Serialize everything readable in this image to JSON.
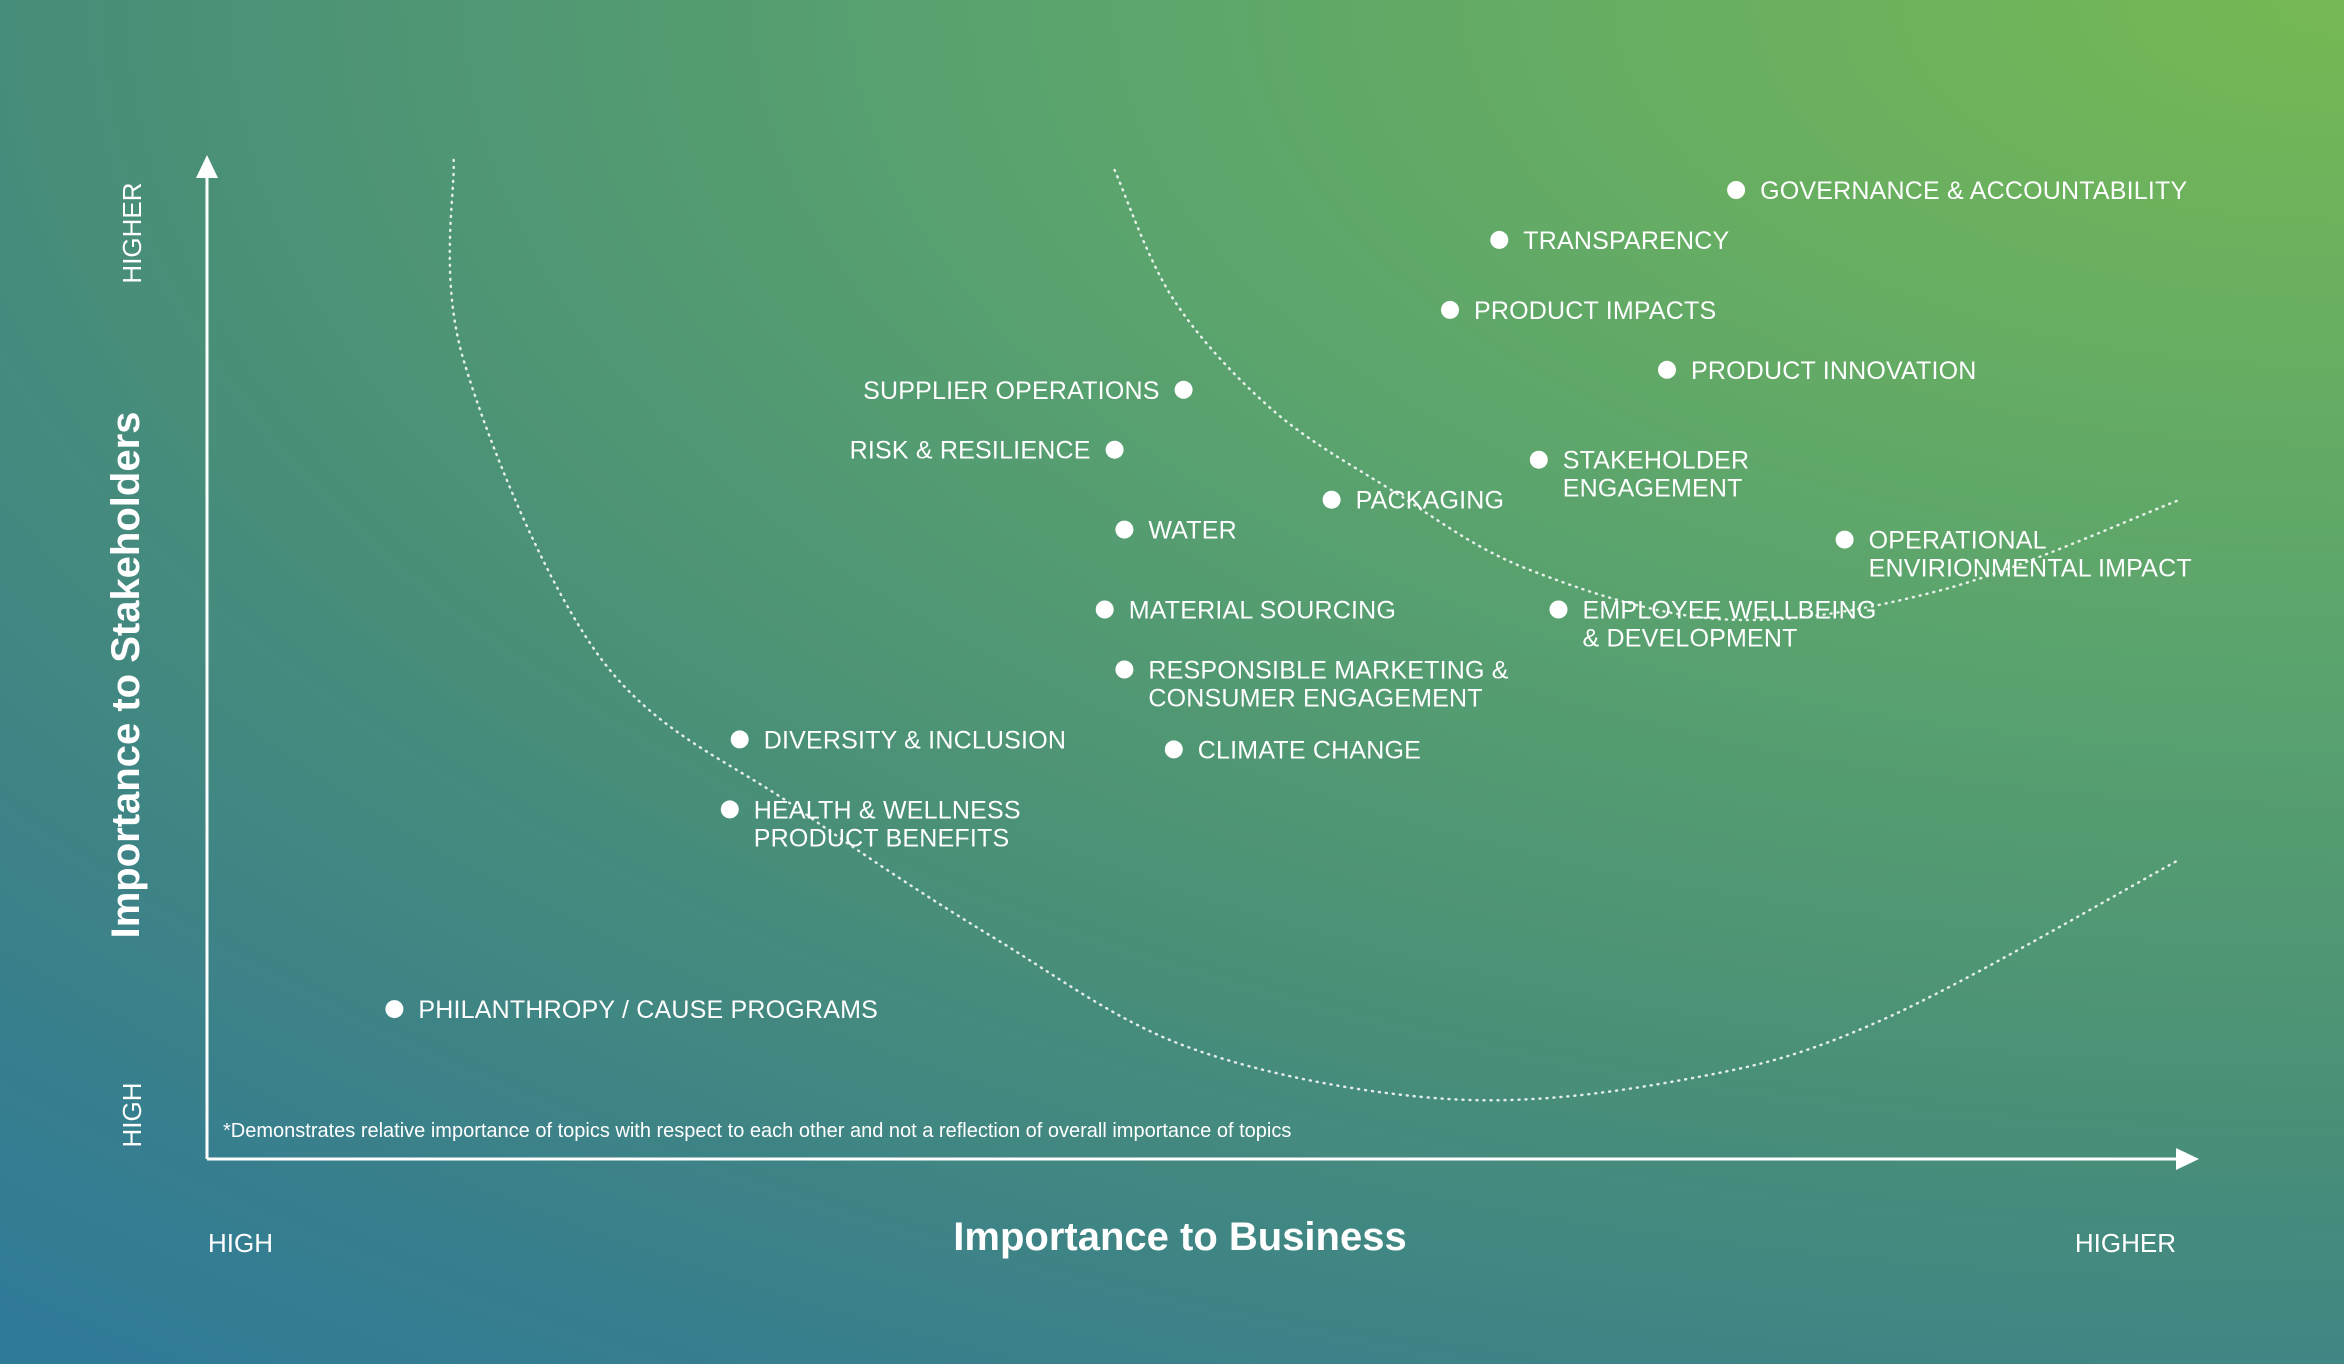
{
  "chart_data": {
    "type": "scatter",
    "xlabel": "Importance to Business",
    "ylabel": "Importance to Stakeholders",
    "x_axis_ends": {
      "low": "HIGH",
      "high": "HIGHER"
    },
    "y_axis_ends": {
      "low": "HIGH",
      "high": "HIGHER"
    },
    "footnote": "*Demonstrates relative importance of topics with respect to each other and not a reflection of overall importance of topics",
    "xlim": [
      0,
      100
    ],
    "ylim": [
      0,
      100
    ],
    "grid": false,
    "points": [
      {
        "label": [
          "GOVERNANCE & ACCOUNTABILITY"
        ],
        "x": 77.5,
        "y": 97,
        "label_side": "right"
      },
      {
        "label": [
          "TRANSPARENCY"
        ],
        "x": 65.5,
        "y": 92,
        "label_side": "right"
      },
      {
        "label": [
          "PRODUCT IMPACTS"
        ],
        "x": 63,
        "y": 85,
        "label_side": "right"
      },
      {
        "label": [
          "PRODUCT INNOVATION"
        ],
        "x": 74,
        "y": 79,
        "label_side": "right"
      },
      {
        "label": [
          "SUPPLIER OPERATIONS"
        ],
        "x": 49.5,
        "y": 77,
        "label_side": "left"
      },
      {
        "label": [
          "RISK & RESILIENCE"
        ],
        "x": 46,
        "y": 71,
        "label_side": "left"
      },
      {
        "label": [
          "STAKEHOLDER",
          "ENGAGEMENT"
        ],
        "x": 67.5,
        "y": 70,
        "label_side": "right"
      },
      {
        "label": [
          "PACKAGING"
        ],
        "x": 57,
        "y": 66,
        "label_side": "right"
      },
      {
        "label": [
          "WATER"
        ],
        "x": 46.5,
        "y": 63,
        "label_side": "right"
      },
      {
        "label": [
          "OPERATIONAL",
          "ENVIRIONMENTAL IMPACT"
        ],
        "x": 83,
        "y": 62,
        "label_side": "right"
      },
      {
        "label": [
          "MATERIAL SOURCING"
        ],
        "x": 45.5,
        "y": 55,
        "label_side": "right"
      },
      {
        "label": [
          "EMPLOYEE WELLBEING",
          "& DEVELOPMENT"
        ],
        "x": 68.5,
        "y": 55,
        "label_side": "right"
      },
      {
        "label": [
          "RESPONSIBLE MARKETING &",
          "CONSUMER ENGAGEMENT"
        ],
        "x": 46.5,
        "y": 49,
        "label_side": "right"
      },
      {
        "label": [
          "DIVERSITY & INCLUSION"
        ],
        "x": 27,
        "y": 42,
        "label_side": "right"
      },
      {
        "label": [
          "CLIMATE CHANGE"
        ],
        "x": 49,
        "y": 41,
        "label_side": "right"
      },
      {
        "label": [
          "HEALTH & WELLNESS",
          "PRODUCT BENEFITS"
        ],
        "x": 26.5,
        "y": 35,
        "label_side": "right"
      },
      {
        "label": [
          "PHILANTHROPY / CAUSE PROGRAMS"
        ],
        "x": 9.5,
        "y": 15,
        "label_side": "right"
      }
    ],
    "threshold_curves": [
      {
        "name": "outer",
        "style": "dotted",
        "path": [
          [
            12.5,
            100
          ],
          [
            13,
            80
          ],
          [
            20,
            50
          ],
          [
            30,
            35
          ],
          [
            40,
            22
          ],
          [
            50,
            11
          ],
          [
            63,
            6
          ],
          [
            75,
            8
          ],
          [
            85,
            14
          ],
          [
            100,
            30
          ]
        ]
      },
      {
        "name": "inner",
        "style": "dotted",
        "path": [
          [
            46,
            99
          ],
          [
            49,
            86
          ],
          [
            54,
            75
          ],
          [
            60,
            67
          ],
          [
            67,
            59
          ],
          [
            77,
            54
          ],
          [
            88,
            57
          ],
          [
            100,
            66
          ]
        ]
      }
    ],
    "colors": {
      "point": "#ffffff",
      "text": "#ffffff",
      "background_top_right": "#76b954",
      "background_bottom_left": "#2f7a98"
    }
  }
}
